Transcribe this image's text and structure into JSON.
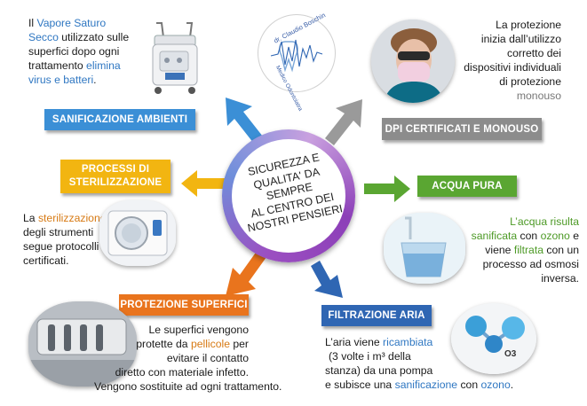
{
  "center": {
    "line1": "SICUREZZA E",
    "line2": "QUALITA' DA SEMPRE",
    "line3": "AL CENTRO DEI",
    "line4": "NOSTRI PENSIERI"
  },
  "logo": {
    "name": "dr. Claudio Boschin",
    "subtitle": "Medico Odontoiatra"
  },
  "sanificazione": {
    "banner": "SANIFICAZIONE AMBIENTI",
    "t1": "Il ",
    "t2": "Vapore Saturo",
    "t3": "Secco",
    "t4": " utilizzato  sulle",
    "t5": "superfici dopo ogni",
    "t6": "trattamento ",
    "t7": "elimina",
    "t8": "virus e batteri",
    "t9": "."
  },
  "dpi": {
    "banner": "DPI CERTIFICATI E MONOUSO",
    "t1": "La protezione",
    "t2": "inizia dall’utilizzo",
    "t3": "corretto dei",
    "t4": "dispositivi individuali",
    "t5": "di protezione",
    "t6": "monouso"
  },
  "sterilizzazione": {
    "banner_l1": "PROCESSI DI",
    "banner_l2": "STERILIZZAZIONE",
    "t1": "La ",
    "t2": "sterilizzazione",
    "t3": "degli strumenti",
    "t4": "segue protocolli",
    "t5": "certificati."
  },
  "acqua": {
    "banner": "ACQUA PURA",
    "t1": "L’acqua risulta",
    "t2": "sanificata",
    "t3": " con ",
    "t4": "ozono",
    "t5": " e",
    "t6": "viene ",
    "t7": "filtrata",
    "t8": " con un",
    "t9": "processo ad osmosi",
    "t10": "inversa."
  },
  "superfici": {
    "banner": "PROTEZIONE SUPERFICI",
    "t1": "Le superfici vengono",
    "t2": "protette da ",
    "t3": "pellicole",
    "t4": " per",
    "t5": "evitare il contatto",
    "t6": "diretto con materiale infetto.",
    "t7": "Vengono sostituite ad ogni trattamento."
  },
  "aria": {
    "banner": "FILTRAZIONE ARIA",
    "t1": "L’aria viene ",
    "t2": "ricambiata",
    "t3": "(3 volte i m³ della",
    "t4": "stanza) da una pompa",
    "t5": "e subisce una ",
    "t6": "sanificazione",
    "t7": " con ",
    "t8": "ozono",
    "t9": ".",
    "o3": "O3"
  },
  "colors": {
    "blue": "#2f77c2",
    "grey": "#8c8c8c",
    "yellow": "#f2b511",
    "green": "#5aa632",
    "orange": "#e9741d",
    "navy": "#2f66b3"
  }
}
